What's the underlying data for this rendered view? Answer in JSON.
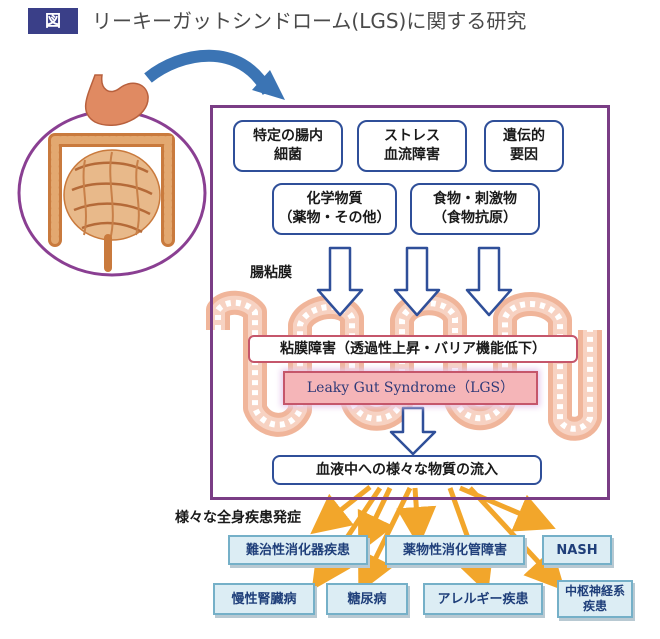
{
  "header": {
    "figure_tag": "図",
    "title": "リーキーガットシンドローム(LGS)に関する研究"
  },
  "factors": [
    {
      "id": "bacteria",
      "label": "特定の腸内\n細菌"
    },
    {
      "id": "stress",
      "label": "ストレス\n血流障害"
    },
    {
      "id": "genetic",
      "label": "遺伝的\n要因"
    },
    {
      "id": "chemical",
      "label": "化学物質\n（薬物・その他）"
    },
    {
      "id": "food",
      "label": "食物・刺激物\n（食物抗原）"
    }
  ],
  "intestinal_mucosa_label": "腸粘膜",
  "mucosa_damage": "粘膜障害（透過性上昇・バリア機能低下）",
  "lgs": "Leaky Gut Syndrome（LGS）",
  "influx": "血液中への様々な物質の流入",
  "disease_heading": "様々な全身疾患発症",
  "diseases": [
    {
      "id": "ibd",
      "label": "難治性消化器疾患"
    },
    {
      "id": "drug-gi",
      "label": "薬物性消化管障害"
    },
    {
      "id": "nash",
      "label": "NASH"
    },
    {
      "id": "ckd",
      "label": "慢性腎臓病"
    },
    {
      "id": "diabetes",
      "label": "糖尿病"
    },
    {
      "id": "allergy",
      "label": "アレルギー疾患"
    },
    {
      "id": "cns",
      "label": "中枢神経系\n疾患"
    }
  ],
  "colors": {
    "frame": "#7a3d85",
    "box_border": "#2f4f99",
    "arrow_orange": "#f2a62b",
    "lgs_fill": "#f5b5b8",
    "disease_fill": "#dcedf4"
  }
}
